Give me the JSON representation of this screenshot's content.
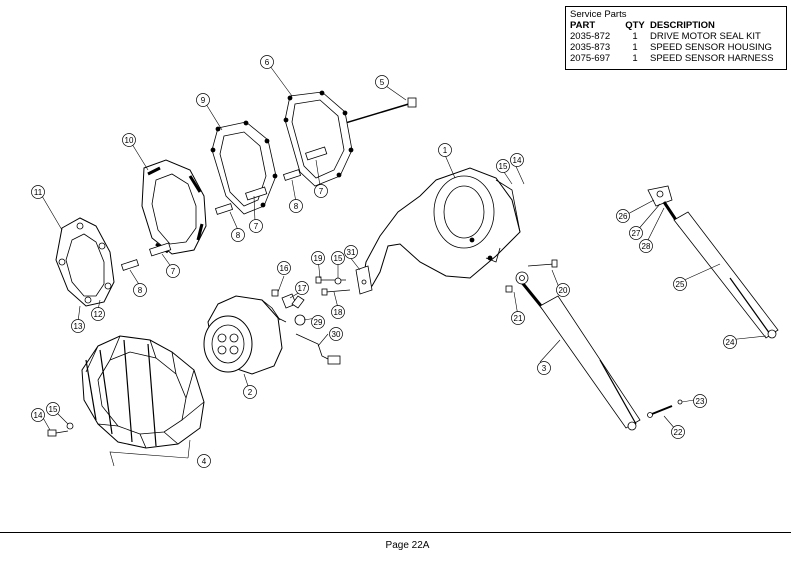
{
  "service_parts": {
    "title": "Service Parts",
    "headers": {
      "part": "PART",
      "qty": "QTY",
      "description": "DESCRIPTION"
    },
    "rows": [
      {
        "part": "2035-872",
        "qty": "1",
        "description": "DRIVE MOTOR SEAL KIT"
      },
      {
        "part": "2035-873",
        "qty": "1",
        "description": "SPEED SENSOR HOUSING"
      },
      {
        "part": "2075-697",
        "qty": "1",
        "description": "SPEED SENSOR HARNESS"
      }
    ]
  },
  "callouts": [
    "1",
    "2",
    "3",
    "4",
    "5",
    "6",
    "7",
    "8",
    "9",
    "10",
    "11",
    "12",
    "13",
    "14",
    "15",
    "16",
    "17",
    "18",
    "19",
    "20",
    "21",
    "22",
    "23",
    "24",
    "25",
    "26",
    "27",
    "28",
    "29",
    "30",
    "31"
  ],
  "footer": {
    "page": "Page 22A"
  }
}
